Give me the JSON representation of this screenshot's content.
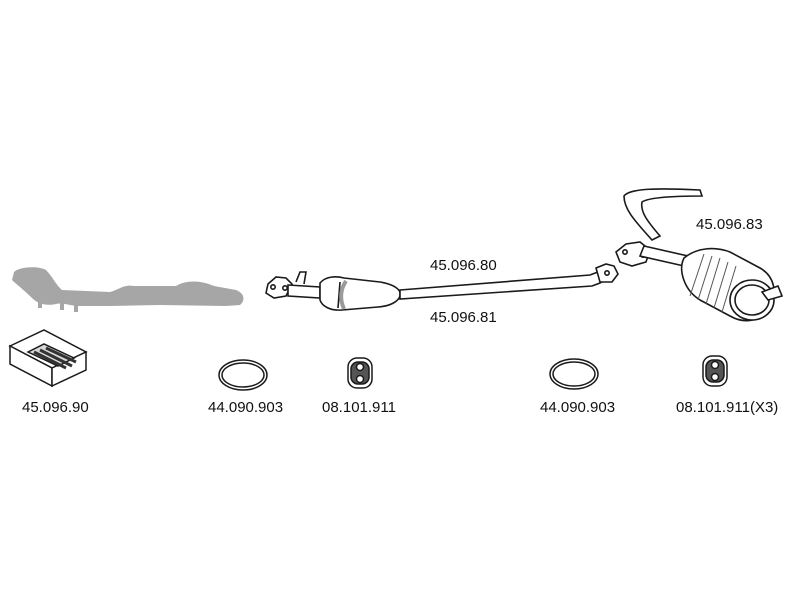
{
  "colors": {
    "outline": "#1a1a1a",
    "part_fill": "#ffffff",
    "shading": "#9a9a9a",
    "silhouette": "#a6a6a6",
    "label": "#111111"
  },
  "parts": {
    "front_pipe": {
      "code": "45.096.90",
      "icon": "front-pipe-silhouette-icon"
    },
    "mounting_kit": {
      "icon": "mounting-kit-box-icon"
    },
    "gasket_left": {
      "code": "44.090.903",
      "icon": "gasket-ring-icon"
    },
    "rubber_mount_left": {
      "code": "08.101.911",
      "icon": "rubber-mount-icon"
    },
    "catalytic_pipe_top": {
      "code": "45.096.80",
      "icon": "catalytic-converter-pipe-icon"
    },
    "catalytic_pipe_bottom": {
      "code": "45.096.81"
    },
    "gasket_right": {
      "code": "44.090.903",
      "icon": "gasket-ring-icon"
    },
    "rear_silencer": {
      "code": "45.096.83",
      "icon": "rear-silencer-icon"
    },
    "rubber_mount_right": {
      "code": "08.101.911(X3)",
      "icon": "rubber-mount-icon"
    }
  }
}
